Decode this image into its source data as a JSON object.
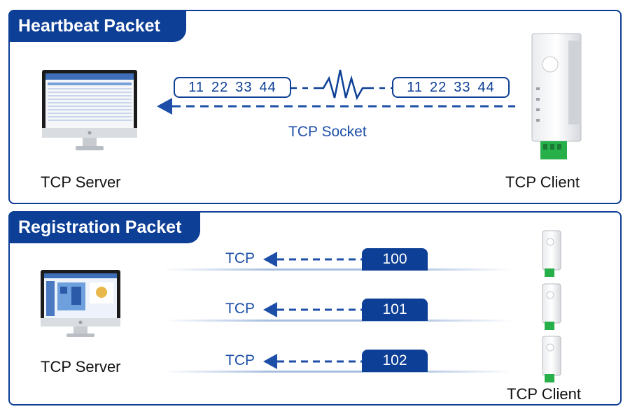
{
  "heartbeat": {
    "title": "Heartbeat Packet",
    "server_label": "TCP Server",
    "client_label": "TCP Client",
    "packet_left": [
      "11",
      "22",
      "33",
      "44"
    ],
    "packet_right": [
      "11",
      "22",
      "33",
      "44"
    ],
    "socket_label": "TCP Socket"
  },
  "registration": {
    "title": "Registration Packet",
    "server_label": "TCP Server",
    "client_label": "TCP Client",
    "rows": [
      {
        "protocol": "TCP",
        "id": "100"
      },
      {
        "protocol": "TCP",
        "id": "101"
      },
      {
        "protocol": "TCP",
        "id": "102"
      }
    ]
  },
  "colors": {
    "accent": "#0d3f96",
    "arrow": "#1d4fa8",
    "terminal": "#27b04a"
  }
}
